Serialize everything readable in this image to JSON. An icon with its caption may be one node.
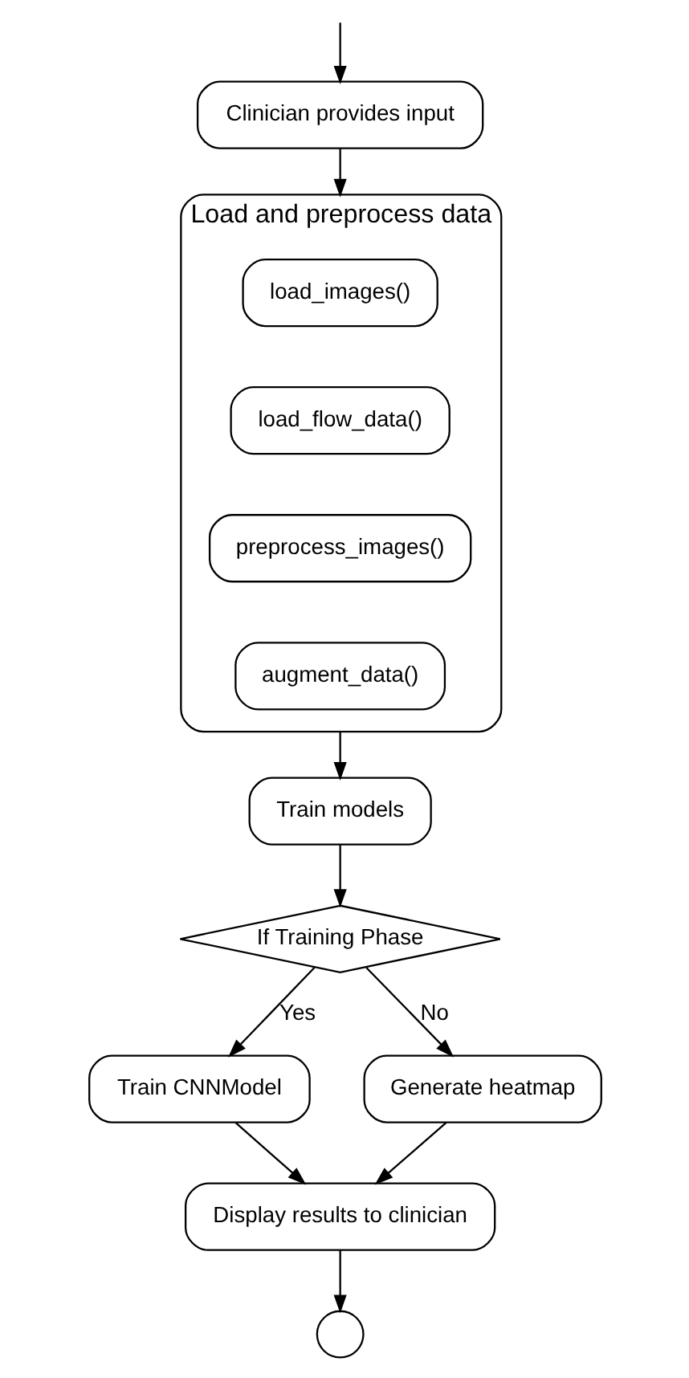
{
  "diagram": {
    "nodes": [
      {
        "text": [
          "Clinician provides input"
        ]
      },
      {
        "text": [
          "Load and preprocess data"
        ]
      },
      {
        "text": [
          "load_images()"
        ],
        "in": 1
      },
      {
        "text": [
          "load_flow_data()"
        ],
        "in": 1
      },
      {
        "text": [
          "preprocess_images()"
        ],
        "in": 1
      },
      {
        "text": [
          "augment_data()"
        ],
        "in": 1
      },
      {
        "text": [
          "Train models"
        ]
      },
      {
        "text": [
          "If Training Phase"
        ]
      },
      {
        "text": [
          "Train CNNModel"
        ]
      },
      {
        "text": [
          "Generate heatmap"
        ]
      },
      {
        "text": [
          "Display results to clinician"
        ]
      },
      {
        "text": [],
        "shape": "circle"
      }
    ],
    "edges": [
      {
        "from": null,
        "to": 0,
        "arrow": "to"
      },
      {
        "from": 0,
        "to": 1,
        "arrow": "to"
      },
      {
        "from": 1,
        "to": 6,
        "arrow": "to"
      },
      {
        "from": 6,
        "to": 7,
        "arrow": "to"
      },
      {
        "from": 7,
        "to": 8,
        "arrow": "to",
        "label": "Yes"
      },
      {
        "from": 7,
        "to": 9,
        "arrow": "to",
        "label": "No"
      },
      {
        "from": 8,
        "to": 10,
        "arrow": "to"
      },
      {
        "from": 9,
        "to": 10,
        "arrow": "to"
      },
      {
        "from": 10,
        "to": 11,
        "arrow": "to"
      }
    ]
  }
}
